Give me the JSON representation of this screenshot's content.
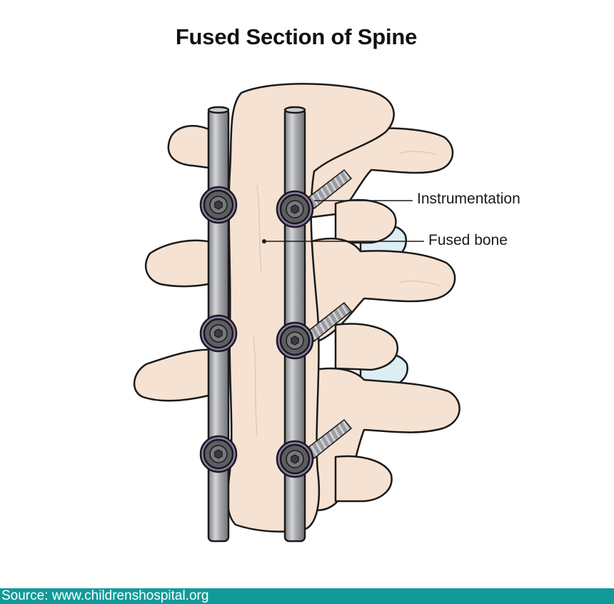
{
  "title": "Fused Section of Spine",
  "labels": {
    "instrumentation": "Instrumentation",
    "fused_bone": "Fused bone"
  },
  "source": "Source: www.childrenshospital.org",
  "colors": {
    "bone_fill": "#f6e2d2",
    "bone_outline": "#1a1a1a",
    "rod_fill": "#a3a5a8",
    "screw_head": "#5d5e61",
    "screw_ring": "#8b79a8",
    "disc_fill": "#dceef4",
    "source_bar": "#129a9a"
  }
}
